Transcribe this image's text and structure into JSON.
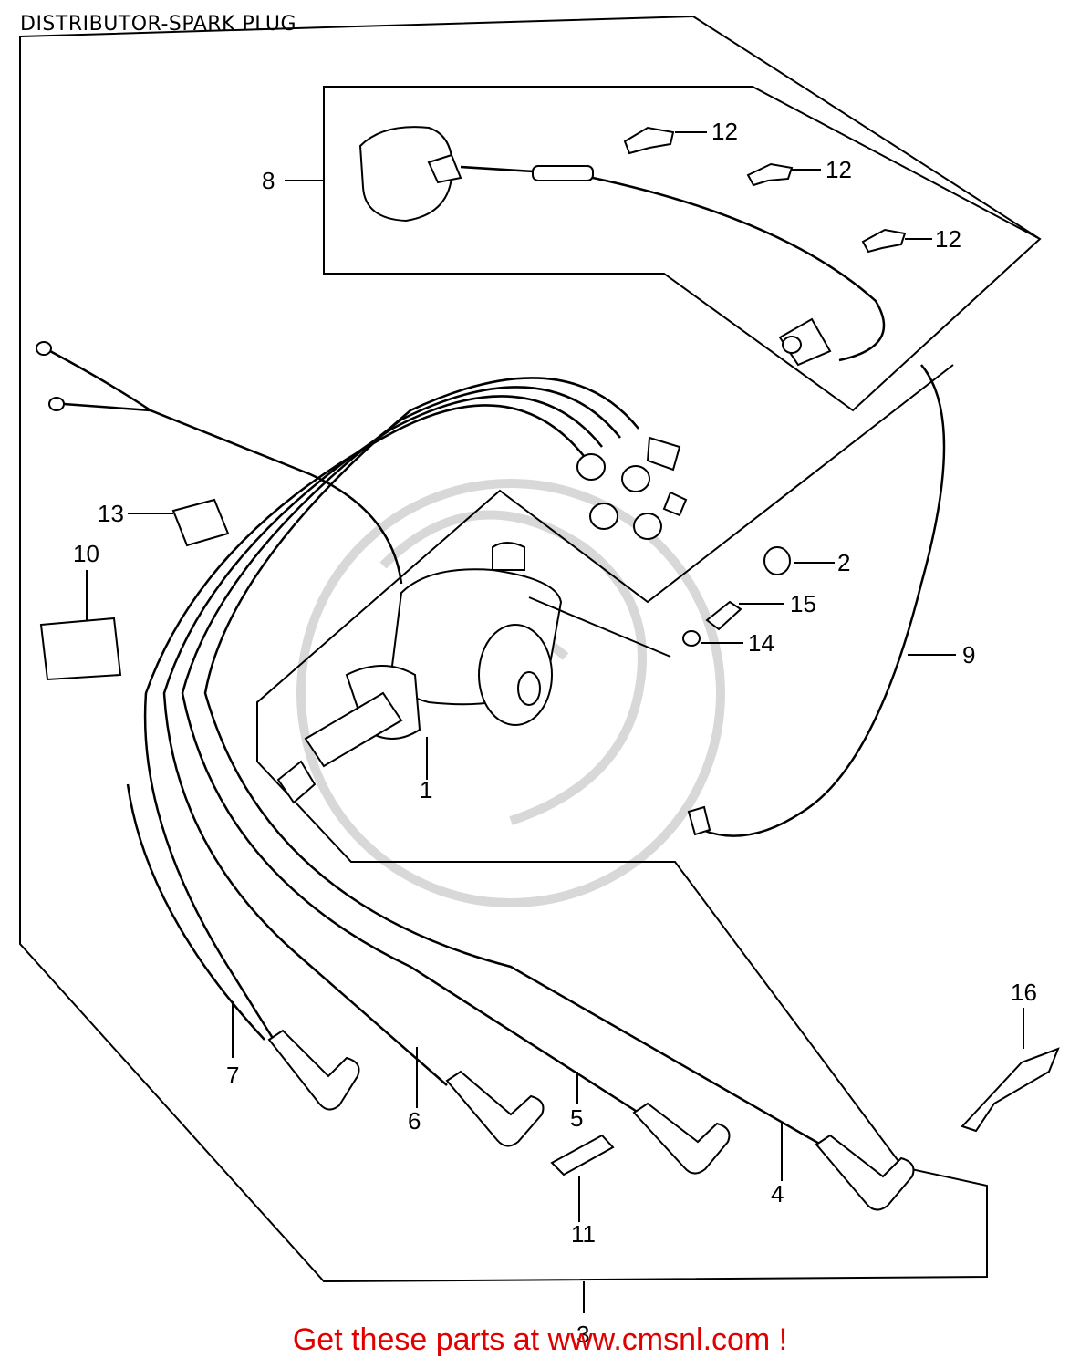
{
  "title": "DISTRIBUTOR-SPARK PLUG",
  "footer": "Get these parts at www.cmsnl.com !",
  "parts": [
    {
      "ref": "1"
    },
    {
      "ref": "2"
    },
    {
      "ref": "3"
    },
    {
      "ref": "4"
    },
    {
      "ref": "5"
    },
    {
      "ref": "6"
    },
    {
      "ref": "7"
    },
    {
      "ref": "8"
    },
    {
      "ref": "9"
    },
    {
      "ref": "10"
    },
    {
      "ref": "11"
    },
    {
      "ref": "12"
    },
    {
      "ref": "13"
    },
    {
      "ref": "14"
    },
    {
      "ref": "15"
    },
    {
      "ref": "16"
    }
  ],
  "footer_color": "#e00000"
}
